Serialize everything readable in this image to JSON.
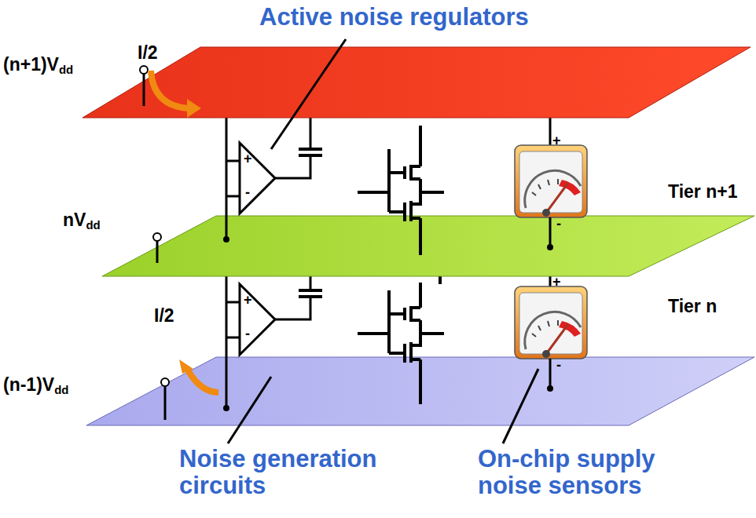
{
  "diagram": {
    "labels": [
      "Active noise regulators",
      "(n+1)Vdd",
      "I/2",
      "+",
      "-",
      "+",
      "-",
      "Tier n+1",
      "nVdd",
      "+",
      "-",
      "+",
      "-",
      "Tier n",
      "(n-1)Vdd",
      "I/2",
      "Noise generation circuits",
      "On-chip supply noise sensors"
    ]
  }
}
